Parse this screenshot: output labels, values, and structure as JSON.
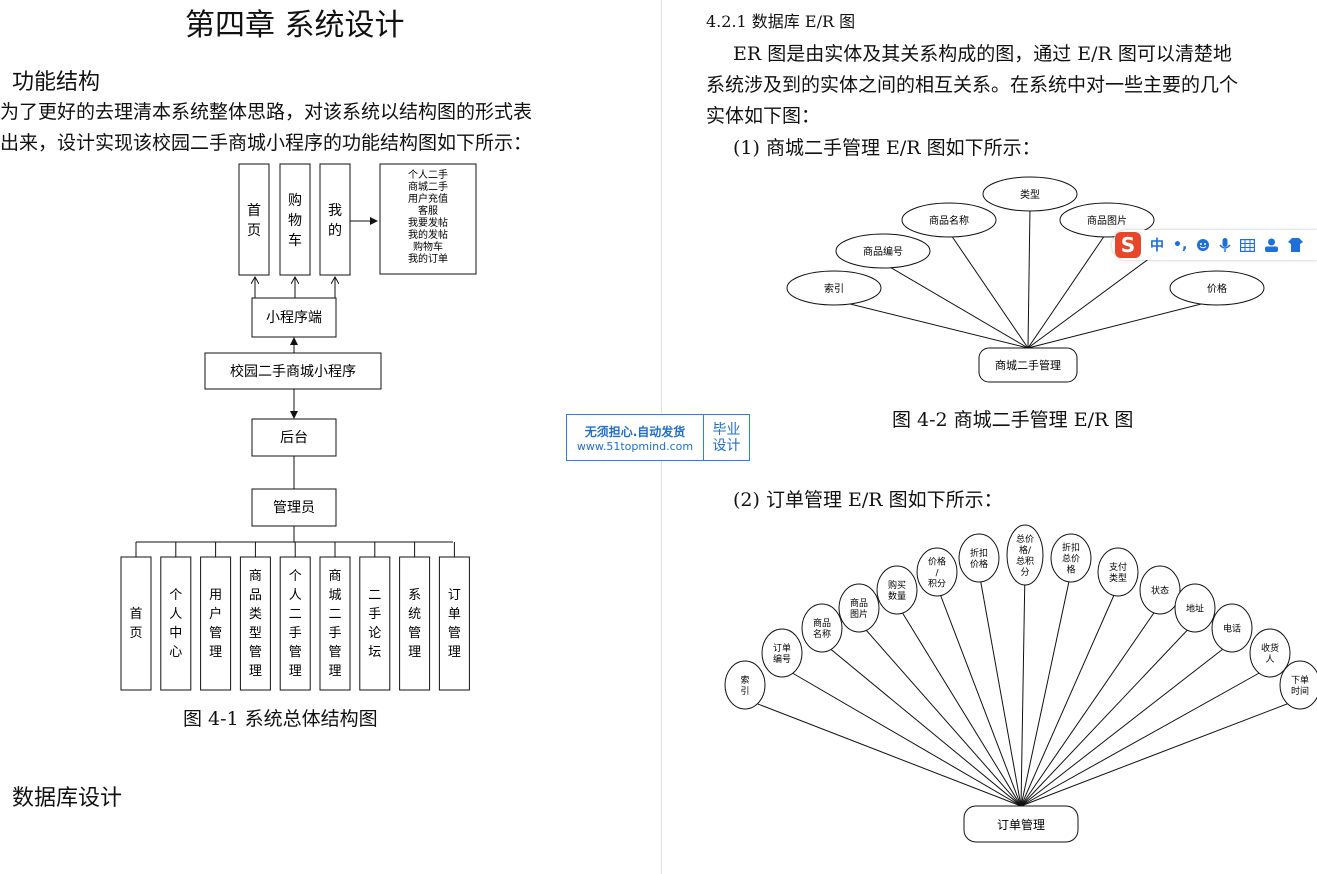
{
  "left_page": {
    "chapter_title": "第四章  系统设计",
    "section_function": "功能结构",
    "intro_line1": "为了更好的去理清本系统整体思路，对该系统以结构图的形式表",
    "intro_line2": "出来，设计实现该校园二手商城小程序的功能结构图如下所示：",
    "structure": {
      "top_boxes": [
        "首页",
        "购物车",
        "我的"
      ],
      "mine_items": [
        "个人二手",
        "商城二手",
        "用户充值",
        "客服",
        "我要发帖",
        "我的发帖",
        "购物车",
        "我的订单"
      ],
      "client": "小程序端",
      "system": "校园二手商城小程序",
      "backend": "后台",
      "admin": "管理员",
      "admin_modules": [
        "首页",
        "个人中心",
        "用户管理",
        "商品类型管理",
        "个人二手管理",
        "商城二手管理",
        "二手论坛",
        "系统管理",
        "订单管理"
      ]
    },
    "figure1_caption": "图 4-1  系统总体结构图",
    "section_db": "数据库设计"
  },
  "right_page": {
    "subsection": "4.2.1  数据库 E/R 图",
    "para_line1": "ER 图是由实体及其关系构成的图，通过 E/R 图可以清楚地",
    "para_line2": "系统涉及到的实体之间的相互关系。在系统中对一些主要的几个",
    "para_line3": "实体如下图：",
    "er1_intro": "(1) 商城二手管理 E/R 图如下所示：",
    "er1": {
      "entity": "商城二手管理",
      "attributes": [
        "索引",
        "商品编号",
        "商品名称",
        "类型",
        "商品图片",
        "价格"
      ]
    },
    "figure2_caption": "图 4-2 商城二手管理 E/R 图",
    "er2_intro": "(2) 订单管理 E/R 图如下所示：",
    "er2": {
      "entity": "订单管理",
      "attributes": [
        "索引",
        "订单编号",
        "商品名称",
        "商品图片",
        "购买数量",
        "价格/积分",
        "折扣价格",
        "总价格/总积分",
        "折扣总价格",
        "支付类型",
        "状态",
        "地址",
        "电话",
        "收货人",
        "下单时间"
      ]
    }
  },
  "watermark": {
    "line1": "无须担心.自动发货",
    "line2": "www.51topmind.com",
    "badge1": "毕业",
    "badge2": "设计"
  },
  "ime_toolbar": {
    "logo": "S",
    "mode": "中",
    "punct": "•,",
    "icons": [
      "emoji-icon",
      "microphone-icon",
      "keyboard-icon",
      "user-icon",
      "skin-icon"
    ]
  }
}
